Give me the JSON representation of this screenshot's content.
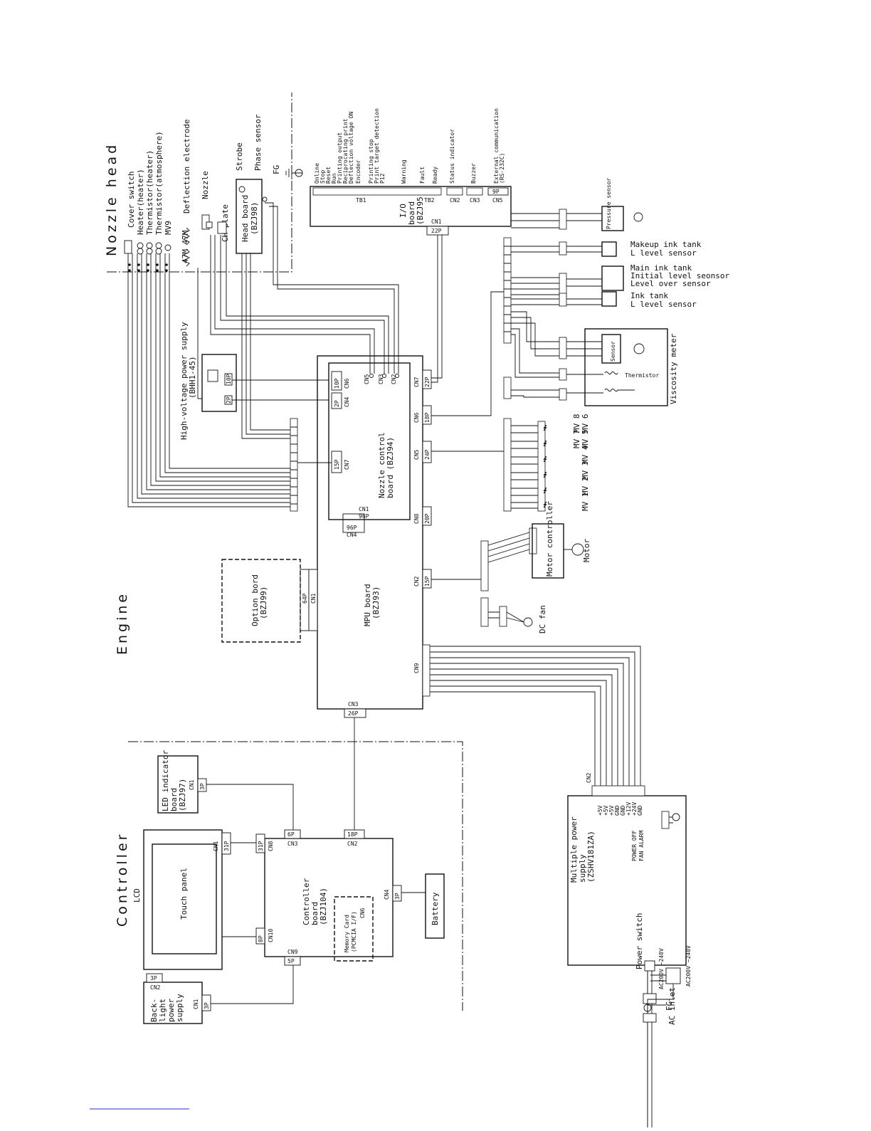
{
  "sections": {
    "nozzle_head": "Nozzle head",
    "engine": "Engine",
    "controller": "Controller"
  },
  "nozzle_head": {
    "cover_switch": "Cover switch",
    "heater": "Heater(heater)",
    "thermistor_heater": "Thermistor(heater)",
    "thermistor_atmosphere": "Thermistor(atmosphere)",
    "mv9": "MV9",
    "resistors": "47M 47M",
    "deflection_electrode": "Deflection electrode",
    "nozzle": "Nozzle",
    "ch_plate": "CH plate",
    "strobe": "Strobe",
    "phase_sensor": "Phase sensor",
    "fg": "FG",
    "head_board": "Head board",
    "head_board_code": "(BZJ98)"
  },
  "io_board": {
    "title": "I/O",
    "title2": "board",
    "code": "(BZJ95)",
    "cn1": "CN1",
    "cn1_pins": "22P",
    "tb1": "TB1",
    "tb2": "TB2",
    "cn2": "CN2",
    "cn3": "CN3",
    "cn5": "CN5",
    "cn5_pins": "9P",
    "signals": [
      "Online",
      "Stop",
      "Reset",
      "Run",
      "Printing output",
      "Reciprocating print",
      "Deflection voltage ON",
      "Encoder",
      "Printing stop",
      "Print target detection",
      "P12",
      "Warning",
      "Fault",
      "Ready",
      "Status indicator",
      "Buzzer",
      "External communication",
      "(RS-232C)"
    ]
  },
  "sensors": {
    "pressure_sensor": "Pressure sensor",
    "makeup_ink_tank": "Makeup ink tank",
    "makeup_l_level": "L level sensor",
    "main_ink_tank": "Main ink tank",
    "main_initial_level": "Initial level seonsor",
    "main_level_over": "Level over sensor",
    "ink_tank": "Ink tank",
    "ink_l_level": "L level sensor",
    "sensor": "Sensor",
    "thermistor": "Thermistor",
    "viscosity_meter": "Viscosity meter"
  },
  "high_voltage": {
    "title": "High-voltage power supply",
    "code": "(BHH1-45)",
    "pins_10": "10P",
    "pins_2": "2P"
  },
  "nozzle_control": {
    "title": "Nozzle control",
    "title2": "board (BZJ94)",
    "cn6": "CN6",
    "cn6_pins": "10P",
    "cn4": "CN4",
    "cn4_pins": "2P",
    "cn7": "CN7",
    "cn7_pins": "15P",
    "cn5": "CN5",
    "cn3": "CN3",
    "cn2": "CN2",
    "cn1": "CN1"
  },
  "mpu": {
    "title": "MPU board",
    "code": "(BZJ93)",
    "cn7": "CN7",
    "cn7_pins": "22P",
    "cn6": "CN6",
    "cn6_pins": "18P",
    "cn5": "CN5",
    "cn5_pins": "24P",
    "cn8": "CN8",
    "cn8_pins": "20P",
    "cn2": "CN2",
    "cn2_pins": "15P",
    "cn9": "CN9",
    "cn3": "CN3",
    "cn3_pins": "26P",
    "cn4": "CN4",
    "cn4_pins": "96P",
    "cn1": "CN1",
    "cn1_pins": "64P",
    "cn1_nozzle": "CN1",
    "cn1_nozzle_pins": "96P"
  },
  "valves": [
    "MV 1",
    "MV 2",
    "MV 3",
    "MV 4",
    "MV 5",
    "MV 6",
    "MV 7",
    "MV 8"
  ],
  "motor": {
    "controller": "Motor controller",
    "motor": "Motor",
    "dc_fan": "DC fan"
  },
  "option_board": {
    "title": "Option bord",
    "code": "(BZJ99)",
    "cn1": "CN1",
    "pins": "64P"
  },
  "power_supply": {
    "title": "Multiple power",
    "title2": "supply",
    "code": "(ZSHV181ZA)",
    "rails": [
      "+5V",
      "+5V",
      "+5V",
      "GND",
      "GND",
      "+12V",
      "+24V",
      "GND"
    ],
    "power_off": "POWER OFF",
    "fan_alarm": "FAN ALARM",
    "ac_in": "AC200V ~240V",
    "cn2": "CN2",
    "power_switch": "Power switch",
    "ac_inlet": "AC inlet",
    "ac_inlet_spec": "AC200V ~240V",
    "fg": "FG"
  },
  "controller": {
    "led_board": "LED indicator",
    "led_board2": "board",
    "led_code": "(BZJ97)",
    "led_cn1": "CN1",
    "led_pins": "3P",
    "lcd": "LCD",
    "touch_panel": "Touch panel",
    "board": "Controller",
    "board2": "board",
    "board_code": "(BZJ104)",
    "cn1": "CN1",
    "cn1_pins": "31P",
    "cn8": "CN8",
    "cn8_pins": "31P",
    "cn10": "CN10",
    "cn10_pins": "8P",
    "cn9": "CN9",
    "cn9_pins": "5P",
    "cn3": "CN3",
    "cn3_pins": "6P",
    "cn2": "CN2",
    "cn2_pins": "18P",
    "cn4": "CN4",
    "cn4_pins": "3P",
    "cn6": "CN6",
    "memory_card": "Memory Card",
    "memory_card2": "(PCMCIA I/F)",
    "battery": "Battery",
    "backlight": "Back-",
    "backlight2": "light",
    "backlight3": "power",
    "backlight4": "supply",
    "bl_cn1": "CN1",
    "bl_cn1_pins": "3P",
    "bl_cn2": "CN2",
    "bl_cn2_pins": "3P"
  }
}
